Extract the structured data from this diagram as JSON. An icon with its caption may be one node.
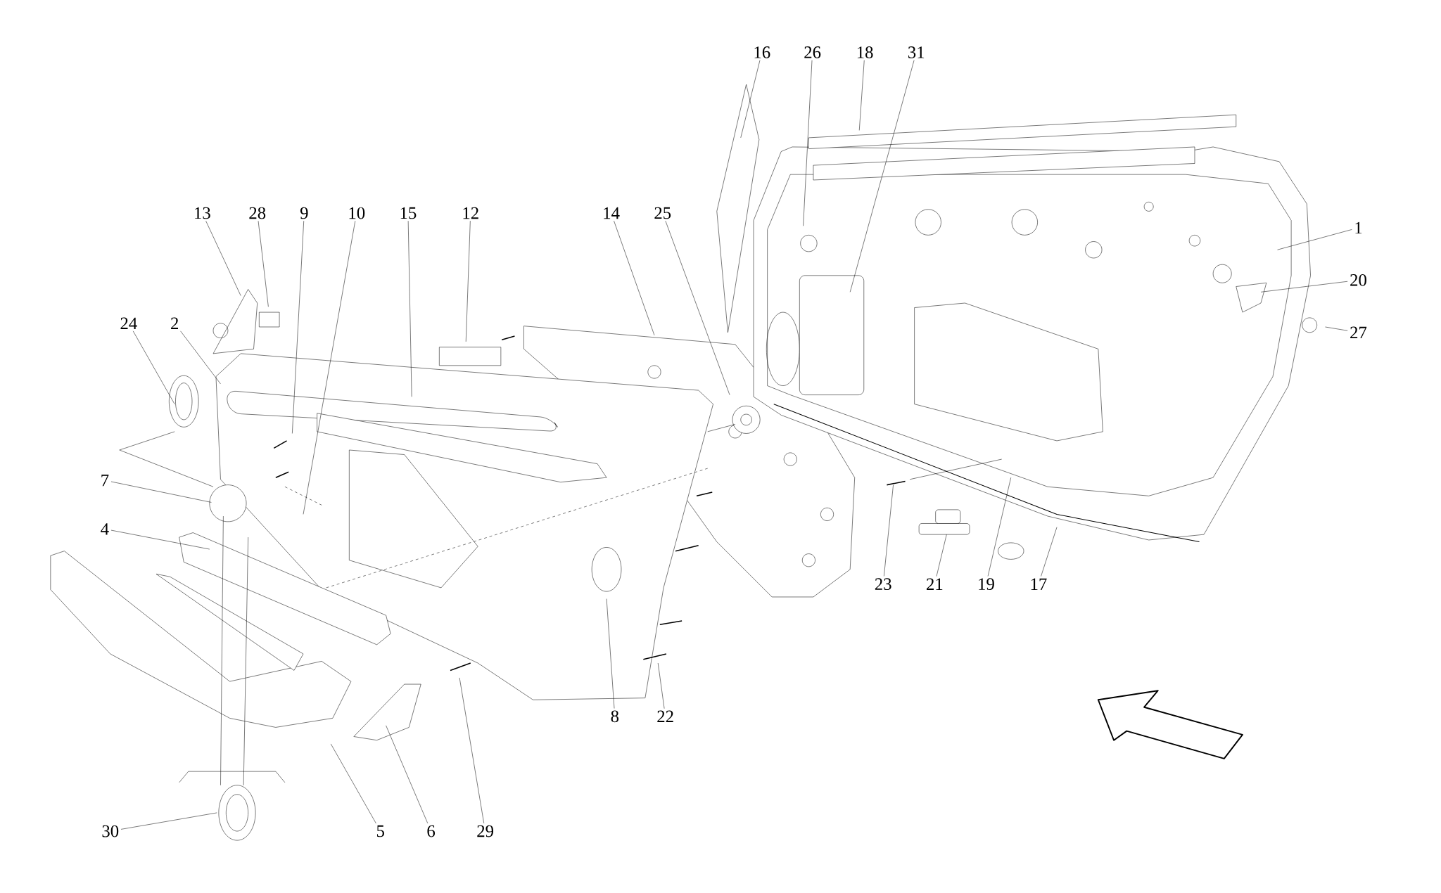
{
  "diagram": {
    "nodes": [
      {
        "text": [
          "16"
        ]
      },
      {
        "text": [
          "26"
        ]
      },
      {
        "text": [
          "18"
        ]
      },
      {
        "text": [
          "31"
        ]
      },
      {
        "text": [
          "13"
        ]
      },
      {
        "text": [
          "28"
        ]
      },
      {
        "text": [
          "9"
        ]
      },
      {
        "text": [
          "10"
        ]
      },
      {
        "text": [
          "15"
        ]
      },
      {
        "text": [
          "12"
        ]
      },
      {
        "text": [
          "14"
        ]
      },
      {
        "text": [
          "25"
        ]
      },
      {
        "text": [
          "1"
        ]
      },
      {
        "text": [
          "24"
        ]
      },
      {
        "text": [
          "2"
        ]
      },
      {
        "text": [
          "20"
        ]
      },
      {
        "text": [
          "27"
        ]
      },
      {
        "text": [
          "7"
        ]
      },
      {
        "text": [
          "4"
        ]
      },
      {
        "text": [
          "23"
        ]
      },
      {
        "text": [
          "21"
        ]
      },
      {
        "text": [
          "19"
        ]
      },
      {
        "text": [
          "17"
        ]
      },
      {
        "text": [
          "8"
        ]
      },
      {
        "text": [
          "22"
        ]
      },
      {
        "text": [
          "30"
        ]
      },
      {
        "text": [
          "5"
        ]
      },
      {
        "text": [
          "6"
        ]
      },
      {
        "text": [
          "29"
        ]
      }
    ],
    "edges": [
      {
        "from": 0,
        "to": null,
        "arrow": "none"
      },
      {
        "from": 1,
        "to": null,
        "arrow": "none"
      },
      {
        "from": 2,
        "to": null,
        "arrow": "none"
      },
      {
        "from": 3,
        "to": null,
        "arrow": "none"
      },
      {
        "from": 4,
        "to": null,
        "arrow": "none"
      },
      {
        "from": 5,
        "to": null,
        "arrow": "none"
      },
      {
        "from": 6,
        "to": null,
        "arrow": "none"
      },
      {
        "from": 7,
        "to": null,
        "arrow": "none"
      },
      {
        "from": 8,
        "to": null,
        "arrow": "none"
      },
      {
        "from": 9,
        "to": null,
        "arrow": "none"
      },
      {
        "from": 10,
        "to": null,
        "arrow": "none"
      },
      {
        "from": 11,
        "to": null,
        "arrow": "none"
      },
      {
        "from": 12,
        "to": null,
        "arrow": "none"
      },
      {
        "from": 13,
        "to": null,
        "arrow": "none"
      },
      {
        "from": 14,
        "to": null,
        "arrow": "none"
      },
      {
        "from": 15,
        "to": null,
        "arrow": "none"
      },
      {
        "from": 16,
        "to": null,
        "arrow": "none"
      },
      {
        "from": 17,
        "to": null,
        "arrow": "none"
      },
      {
        "from": 18,
        "to": null,
        "arrow": "none"
      },
      {
        "from": 19,
        "to": null,
        "arrow": "none"
      },
      {
        "from": 20,
        "to": null,
        "arrow": "none"
      },
      {
        "from": 21,
        "to": null,
        "arrow": "none"
      },
      {
        "from": 22,
        "to": null,
        "arrow": "none"
      },
      {
        "from": 23,
        "to": null,
        "arrow": "none"
      },
      {
        "from": 24,
        "to": null,
        "arrow": "none"
      },
      {
        "from": 25,
        "to": null,
        "arrow": "none"
      },
      {
        "from": 26,
        "to": null,
        "arrow": "none"
      },
      {
        "from": 27,
        "to": null,
        "arrow": "none"
      },
      {
        "from": 28,
        "to": null,
        "arrow": "none"
      }
    ]
  }
}
